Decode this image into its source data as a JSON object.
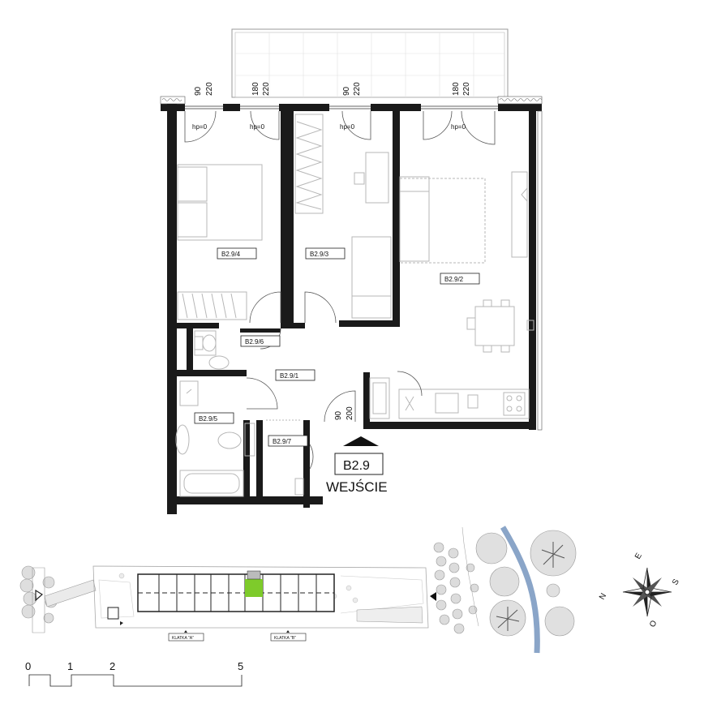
{
  "rooms": [
    {
      "id": "B2.9/4"
    },
    {
      "id": "B2.9/3"
    },
    {
      "id": "B2.9/2"
    },
    {
      "id": "B2.9/6"
    },
    {
      "id": "B2.9/1"
    },
    {
      "id": "B2.9/5"
    },
    {
      "id": "B2.9/7"
    }
  ],
  "windows": [
    {
      "width": "90",
      "height": "220",
      "hp": "hp=0"
    },
    {
      "width": "180",
      "height": "220",
      "hp": "hp=0"
    },
    {
      "width": "90",
      "height": "220",
      "hp": "hp=0"
    },
    {
      "width": "180",
      "height": "220",
      "hp": "hp=0"
    }
  ],
  "entrance_door": {
    "width": "90",
    "height": "200"
  },
  "unit_label": "B2.9",
  "entrance_label": "WEJŚCIE",
  "site": {
    "klatka_a": "KLATKA \"A\"",
    "klatka_b": "KLATKA \"B\"",
    "highlight_color": "#7ecb2b",
    "river_color": "#8aa5c8"
  },
  "compass": {
    "n": "N",
    "e": "E",
    "s": "S",
    "w": "O"
  },
  "scale_bar": {
    "ticks": [
      "0",
      "1",
      "2",
      "5"
    ]
  }
}
